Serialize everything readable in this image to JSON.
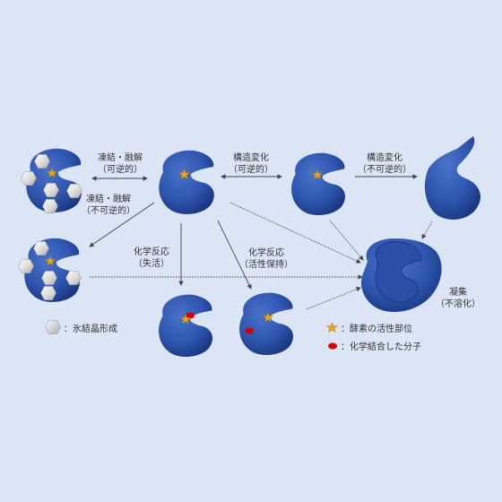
{
  "labels": {
    "freeze_reversible": [
      "凍結・融解",
      "（可逆的）"
    ],
    "freeze_irreversible": [
      "凍結・融解",
      "（不可逆的）"
    ],
    "struct_reversible": [
      "構造変化",
      "（可逆的）"
    ],
    "struct_irreversible": [
      "構造変化",
      "（不可逆的）"
    ],
    "chem_inactive": [
      "化学反応",
      "（失活）"
    ],
    "chem_active": [
      "化学反応",
      "（活性保持）"
    ],
    "aggregation": [
      "凝集",
      "（不溶化）"
    ]
  },
  "legend": {
    "ice": "：氷結晶形成",
    "active_site": "：酵素の活性部位",
    "chemical": "：化学結合した分子"
  },
  "colors": {
    "background": "#dbe5f5",
    "protein": "#2f56b0",
    "protein_dark": "#1a3880",
    "star": "#e8a317",
    "chemical": "#d40000",
    "ice": "#e8e8e8"
  }
}
